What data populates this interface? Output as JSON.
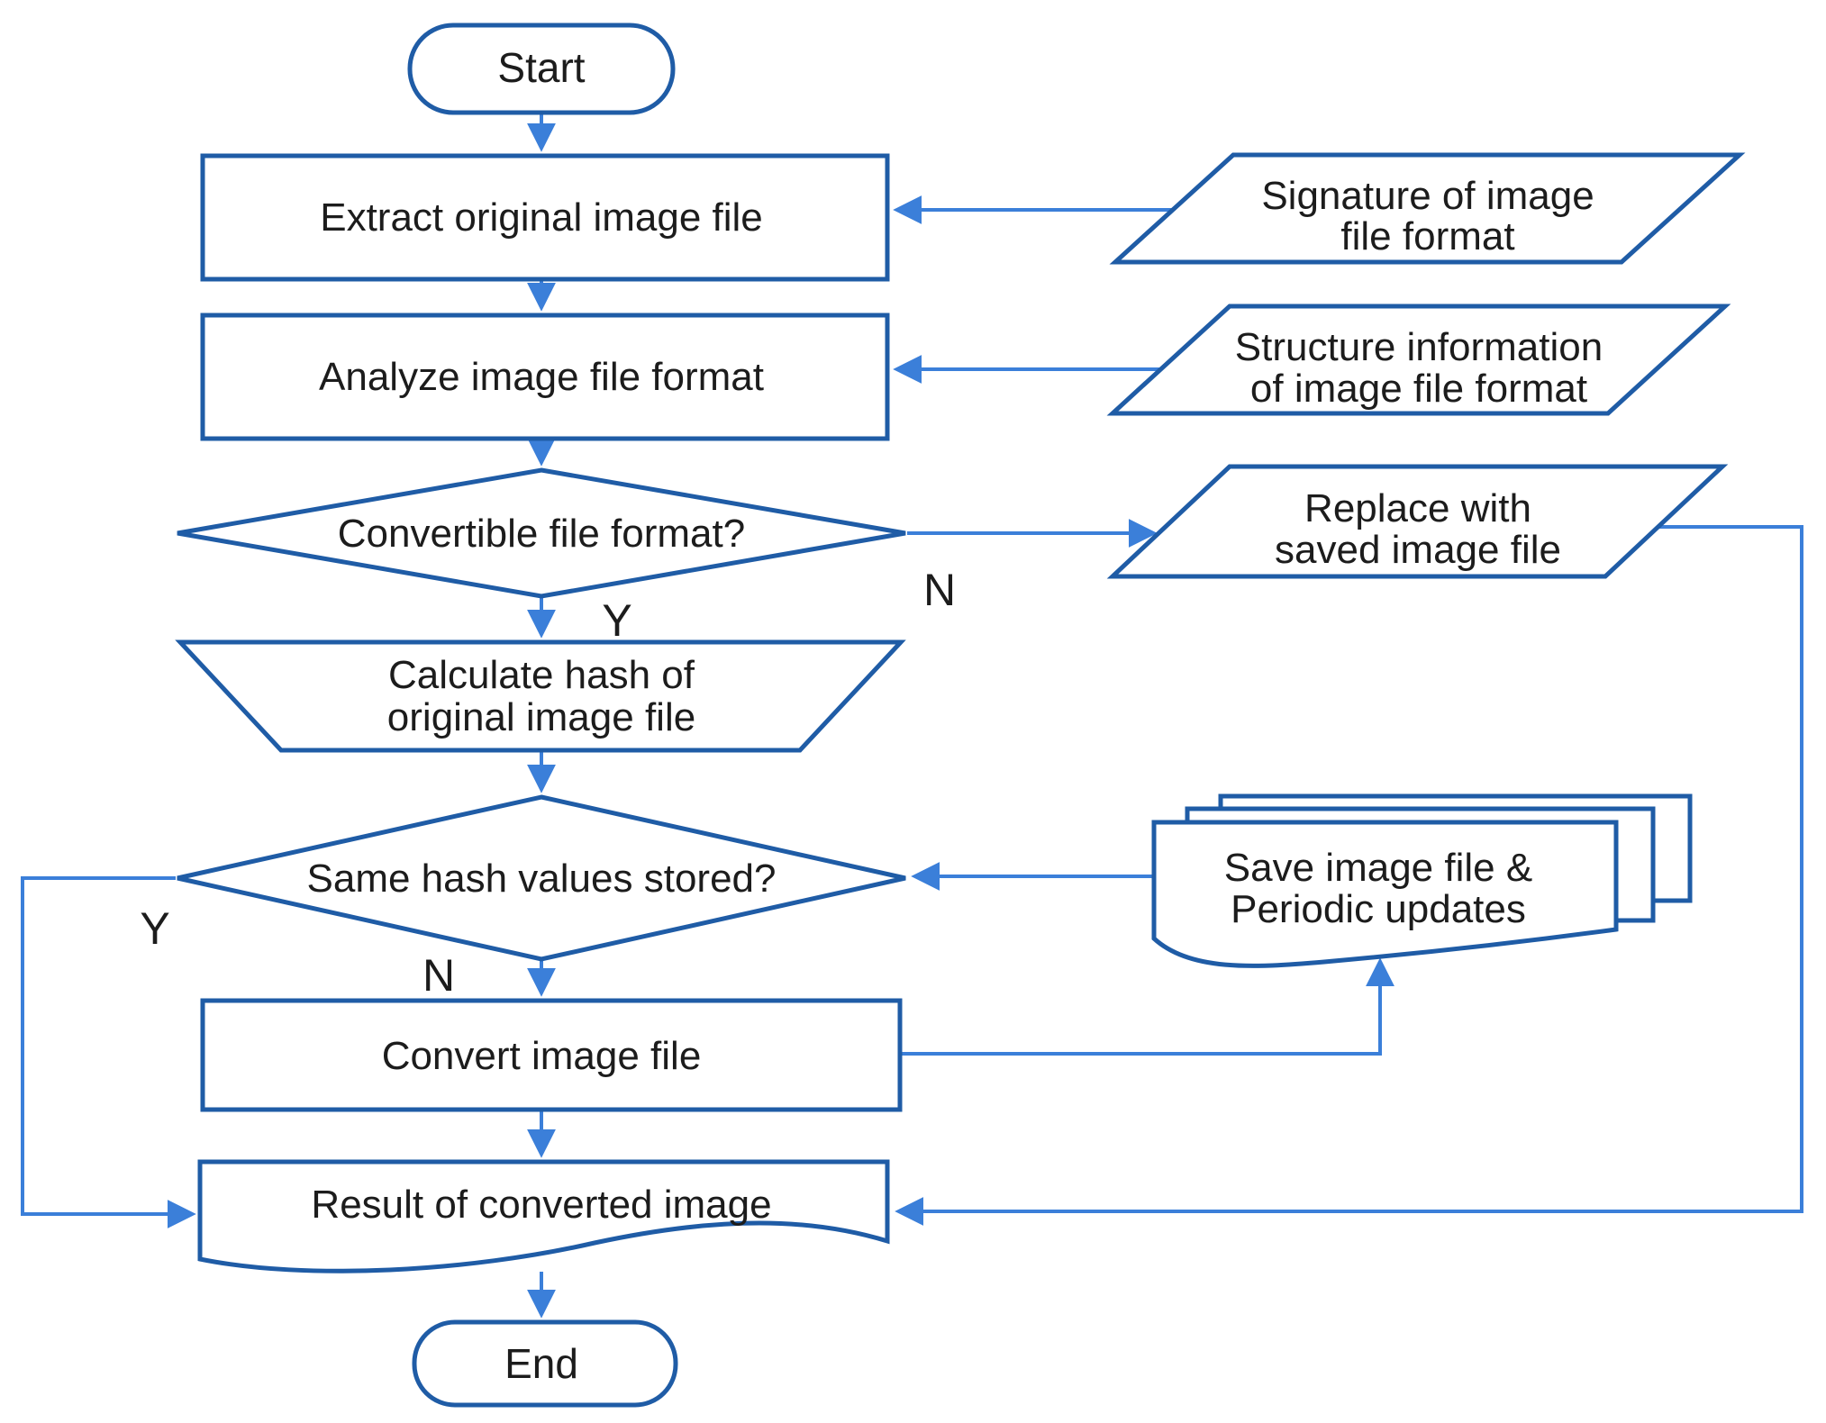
{
  "diagram": {
    "nodes": {
      "start": {
        "type": "terminator",
        "label": "Start"
      },
      "extract": {
        "type": "process",
        "label": "Extract original image file"
      },
      "signature": {
        "type": "data-parallelogram",
        "lines": [
          "Signature of image",
          "file format"
        ]
      },
      "analyze": {
        "type": "process",
        "label": "Analyze image file format"
      },
      "structure": {
        "type": "data-parallelogram",
        "lines": [
          "Structure information",
          "of image file format"
        ]
      },
      "convertible": {
        "type": "decision",
        "label": "Convertible file format?"
      },
      "replace": {
        "type": "data-parallelogram",
        "lines": [
          "Replace with",
          "saved image file"
        ]
      },
      "calc_hash": {
        "type": "manual-operation",
        "lines": [
          "Calculate hash of",
          "original image file"
        ]
      },
      "same_hash": {
        "type": "decision",
        "label": "Same hash values stored?"
      },
      "save_stack": {
        "type": "multi-document",
        "lines": [
          "Save image file &",
          "Periodic updates"
        ]
      },
      "convert": {
        "type": "process",
        "label": "Convert image file"
      },
      "result": {
        "type": "document",
        "label": "Result of converted image"
      },
      "end": {
        "type": "terminator",
        "label": "End"
      }
    },
    "branch_labels": {
      "convertible_no": "N",
      "convertible_yes": "Y",
      "same_hash_yes": "Y",
      "same_hash_no": "N"
    },
    "colors": {
      "shape_stroke": "#1f5ca6",
      "connector": "#3b7fd9",
      "text": "#1c1c1c",
      "background": "#ffffff"
    }
  }
}
